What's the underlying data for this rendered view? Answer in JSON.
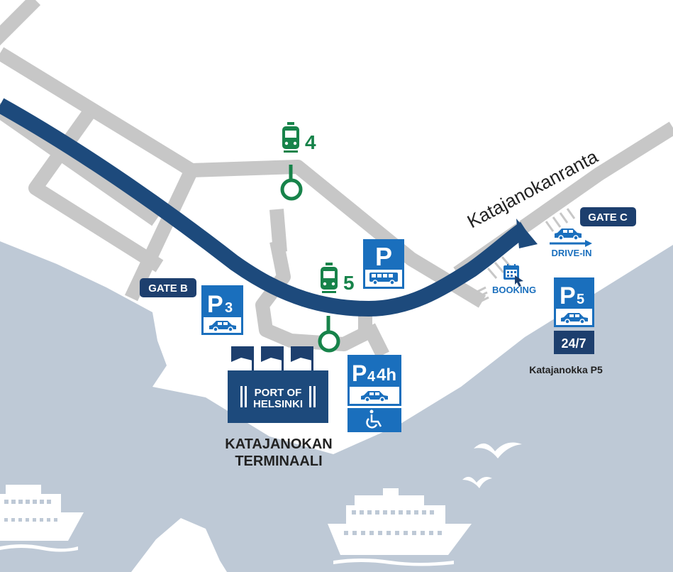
{
  "street": {
    "name": "Katajanokanranta"
  },
  "gates": {
    "gate_b": "GATE B",
    "gate_c": "GATE C"
  },
  "trams": {
    "tram_4": "4",
    "tram_5": "5"
  },
  "parking": {
    "p_bus": "P",
    "p3_letter": "P",
    "p3_num": "3",
    "p4_letter": "P",
    "p4_num": "4",
    "p4_duration": "4h",
    "p5_letter": "P",
    "p5_num": "5",
    "p5_hours": "24/7",
    "p5_name": "Katajanokka P5"
  },
  "booking": {
    "label": "BOOKING"
  },
  "drive_in": {
    "label": "DRIVE-IN"
  },
  "terminal": {
    "logo_line1": "PORT OF",
    "logo_line2": "HELSINKI",
    "name_line1": "KATAJANOKAN",
    "name_line2": "TERMINAALI"
  },
  "colors": {
    "water": "#bec9d6",
    "road": "#c7c7c7",
    "route": "#1d4a7c",
    "sign_blue": "#1a6fbd",
    "tram_green": "#17834a",
    "navy_badge": "#1d3f6e"
  },
  "icons": [
    "tram-icon",
    "car-icon",
    "bus-icon",
    "wheelchair-icon",
    "calendar-icon",
    "cursor-icon",
    "flag-icon",
    "ship-icon",
    "seagull-icon",
    "arrow-icon"
  ]
}
